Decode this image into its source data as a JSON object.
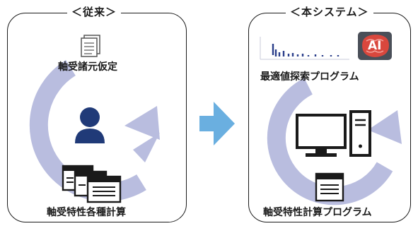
{
  "left_panel": {
    "title": "＜従来＞",
    "top_label": "軸受諸元仮定",
    "bottom_label": "軸受特性各種計算"
  },
  "right_panel": {
    "title": "＜本システム＞",
    "top_label": "最適値探索プログラム",
    "ai_badge": "AI",
    "bottom_label": "軸受特性計算プログラム"
  },
  "colors": {
    "cycle_arrow": "#b9bddf",
    "flow_arrow": "#6aafe0",
    "person": "#203a78",
    "brain": "#d9473d"
  },
  "icons": [
    "document-stack-icon",
    "person-icon",
    "windows-stack-icon",
    "waveform-icon",
    "ai-brain-icon",
    "desktop-pc-icon",
    "program-window-icon",
    "cycle-arrow",
    "flow-arrow"
  ]
}
